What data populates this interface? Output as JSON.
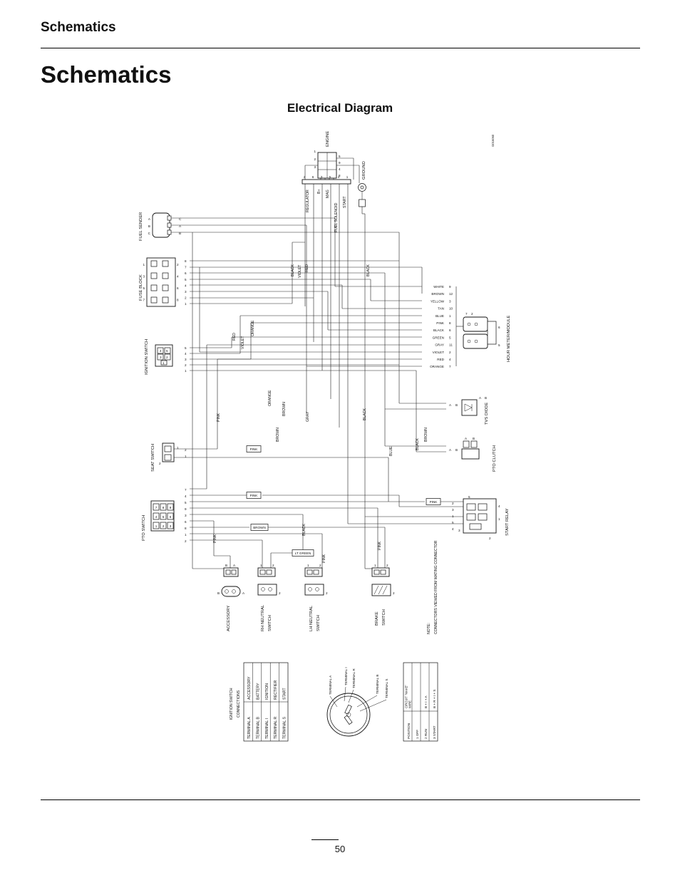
{
  "page": {
    "header": "Schematics",
    "title": "Schematics",
    "subtitle": "Electrical Diagram",
    "page_number": "50",
    "figure_id": "G016060"
  },
  "engine": {
    "label": "ENGINE",
    "pins_left": [
      "1",
      "2",
      "3"
    ],
    "pins_right": [
      "5",
      "9",
      "4",
      "8"
    ]
  },
  "ground": {
    "label": "GROUND"
  },
  "regulator": {
    "label": "REGULATOR",
    "pins": [
      "2",
      "6",
      "3",
      "5",
      "4",
      "1"
    ],
    "b_plus": "B+",
    "mag": "MAG",
    "fuel_solenoid": "FUEL SOLENOID",
    "start": "START"
  },
  "fuel_sender": {
    "label": "FUEL SENDER",
    "pins_left": [
      "A",
      "B",
      "C"
    ],
    "pins_right": [
      "C",
      "A",
      "B"
    ]
  },
  "fuse_block": {
    "label": "FUSE BLOCK",
    "pins_left": [
      "1",
      "3",
      "5",
      "7"
    ],
    "pins_inner": [
      "2",
      "4",
      "6",
      "8"
    ],
    "exit_pins": [
      "8",
      "7",
      "6",
      "5",
      "4",
      "3",
      "2",
      "1"
    ]
  },
  "ignition_switch": {
    "label": "IGNITION SWITCH",
    "pins": [
      "4",
      "5",
      "3",
      "2",
      "1"
    ],
    "exit_pins": [
      "5",
      "4",
      "3",
      "2",
      "1"
    ]
  },
  "seat_switch": {
    "label": "SEAT SWITCH",
    "pins": [
      "1",
      "2"
    ],
    "exit_pins": [
      "2",
      "1"
    ]
  },
  "pto_switch": {
    "label": "PTO SWITCH",
    "row1": [
      "7",
      "8",
      "9"
    ],
    "row2": [
      "4",
      "5",
      "6"
    ],
    "row3": [
      "1",
      "2",
      "3"
    ],
    "exit_pins": [
      "7",
      "4",
      "5",
      "9",
      "3",
      "6",
      "8",
      "1",
      "2"
    ]
  },
  "hour_meter": {
    "label": "HOUR METER/MODULE",
    "pins": [
      "9",
      "12",
      "3",
      "10",
      "1",
      "8",
      "6",
      "5",
      "11",
      "2",
      "4",
      "7"
    ],
    "colors": [
      "WHITE",
      "BROWN",
      "YELLOW",
      "TAN",
      "BLUE",
      "PINK",
      "BLACK",
      "GREEN",
      "GRAY",
      "VIOLET",
      "RED",
      "ORANGE"
    ],
    "connector_pins": [
      "7",
      "2",
      "6",
      "5"
    ]
  },
  "tvs_diode": {
    "label": "TVS DIODE",
    "pins": [
      "A",
      "B"
    ],
    "pins2": [
      "A",
      "B"
    ]
  },
  "pto_clutch": {
    "label": "PTO CLUTCH",
    "pins": [
      "A",
      "B"
    ],
    "pins2": [
      "A",
      "B"
    ]
  },
  "start_relay": {
    "label": "START RELAY",
    "pins": [
      "5",
      "4",
      "1",
      "2",
      "3"
    ],
    "exit_pins": [
      "2",
      "3",
      "1",
      "5",
      "4"
    ]
  },
  "accessory": {
    "label": "ACCESSORY",
    "pins": [
      "B",
      "A"
    ],
    "pins2": [
      "B",
      "A"
    ]
  },
  "rh_neutral": {
    "label1": "RH NEUTRAL",
    "label2": "SWITCH",
    "pins": [
      "1",
      "2"
    ],
    "pin2": "2"
  },
  "lh_neutral": {
    "label1": "LH NEUTRAL",
    "label2": "SWITCH",
    "pins": [
      "1",
      "2"
    ],
    "pin2": "2"
  },
  "brake_switch": {
    "label1": "BRAKE",
    "label2": "SWITCH",
    "pins": [
      "1",
      "2"
    ],
    "pin2": "2"
  },
  "note": {
    "line1": "NOTE:",
    "line2": "CONNECTORS VIEWED FROM MATING CONNECTOR"
  },
  "wire_labels": {
    "black1": "BLACK",
    "violet1": "VIOLET",
    "red1": "RED",
    "black2": "BLACK",
    "red2": "RED",
    "violet2": "VIOLET",
    "orange1": "ORANGE",
    "orange2": "ORANGE",
    "brown1": "BROWN",
    "gray1": "GRAY",
    "brown2": "BROWN",
    "black3": "BLACK",
    "blue1": "BLUE",
    "black4": "BLACK",
    "brown3": "BROWN",
    "pink1": "PINK",
    "pink2": "PINK",
    "pink3": "PINK",
    "pink4": "PINK",
    "pink5": "PINK",
    "pink6": "PINK",
    "pink7": "PINK",
    "brown4": "BROWN",
    "black5": "BLACK",
    "lt_green": "LT GREEN"
  },
  "ign_table": {
    "title1": "IGNITION SWITCH",
    "title2": "CONNECTIONS",
    "rows": [
      {
        "terminal": "TERMINAL A",
        "circuit": "ACCESSORY"
      },
      {
        "terminal": "TERMINAL B",
        "circuit": "BATTERY"
      },
      {
        "terminal": "TERMINAL I",
        "circuit": "IGNITION"
      },
      {
        "terminal": "TERMINAL R",
        "circuit": "RECTIFIER"
      },
      {
        "terminal": "TERMINAL S",
        "circuit": "START"
      }
    ]
  },
  "key_switch": {
    "terminals": [
      "TERMINAL A",
      "TERMINAL I",
      "TERMINAL R",
      "TERMINAL B",
      "TERMINAL S"
    ]
  },
  "position_table": {
    "header_position": "POSITION",
    "header_circuit1": "CIRCUIT \"MAKE\"",
    "header_circuit2": "WIRE",
    "rows": [
      {
        "position": "1 OFF",
        "circuit": ""
      },
      {
        "position": "2 RUN",
        "circuit": "B + I + A"
      },
      {
        "position": "3 START",
        "circuit": "B + R + I + S"
      }
    ]
  }
}
